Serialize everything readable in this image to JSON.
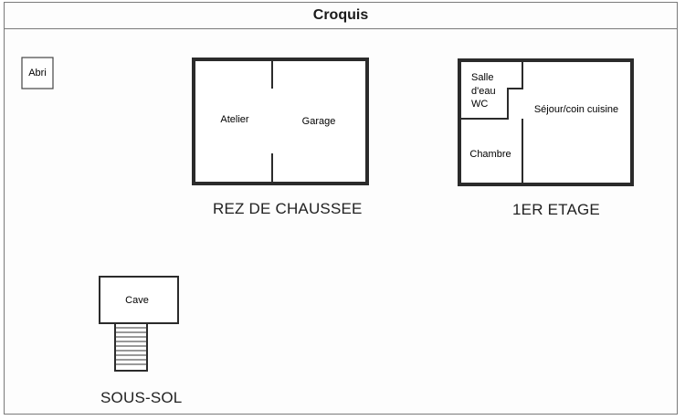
{
  "title": "Croquis",
  "annex": {
    "label": "Abri"
  },
  "ground_floor": {
    "label": "REZ DE CHAUSSEE",
    "rooms": {
      "atelier": "Atelier",
      "garage": "Garage"
    }
  },
  "first_floor": {
    "label": "1ER ETAGE",
    "rooms": {
      "bathroom_line1": "Salle",
      "bathroom_line2": "d'eau",
      "bathroom_line3": "WC",
      "bedroom": "Chambre",
      "living": "Séjour/coin cuisine"
    }
  },
  "basement": {
    "label": "SOUS-SOL",
    "rooms": {
      "cave": "Cave"
    }
  },
  "colors": {
    "wall": "#2b2b2b",
    "line": "#333333",
    "frame": "#7a7a7a"
  }
}
